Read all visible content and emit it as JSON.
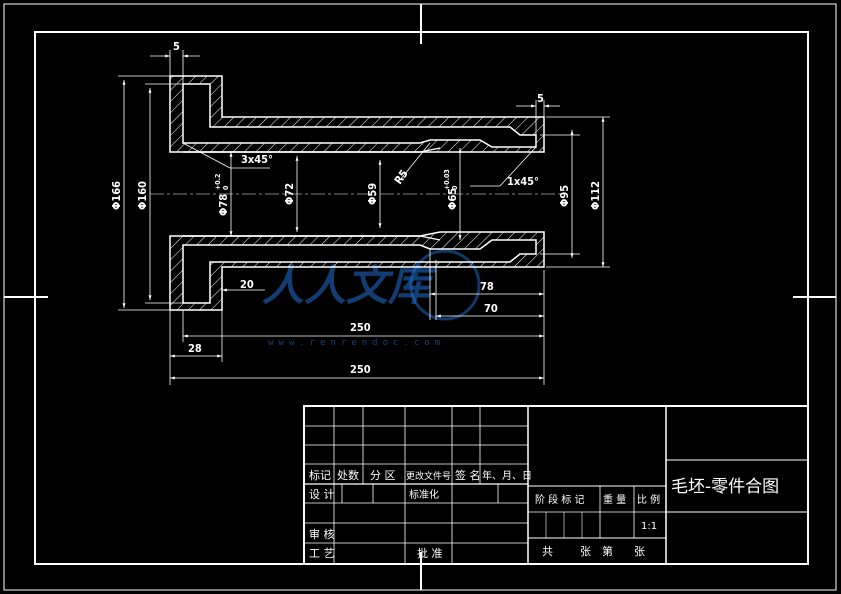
{
  "drawing": {
    "dimensions": {
      "d166": "Φ166",
      "d160": "Φ160",
      "d78": "Φ78",
      "d78_tol_upper": "+0.2",
      "d78_tol_lower": "0",
      "d72": "Φ72",
      "d59": "Φ59",
      "r5": "R5",
      "d65": "Φ65",
      "d65_tol_upper": "+0.03",
      "d65_tol_lower": "0",
      "d95": "Φ95",
      "d112": "Φ112",
      "top_left_5": "5",
      "top_right_5": "5",
      "chamfer_left": "3x45°",
      "chamfer_right": "1x45°",
      "len_20": "20",
      "len_78": "78",
      "len_70": "70",
      "len_28": "28",
      "len_250_inner": "250",
      "len_250_outer": "250"
    },
    "watermark": {
      "text": "人人文库",
      "url": "www.renrendoc.com"
    }
  },
  "title_block": {
    "drawing_title": "毛坯-零件合图",
    "headers": [
      "标记",
      "处数",
      "分 区",
      "更改文件号",
      "签 名",
      "年、月、日"
    ],
    "design": "设 计",
    "standardization": "标准化",
    "review": "审 核",
    "process": "工 艺",
    "approve": "批 准",
    "stage_mark": "阶 段 标 记",
    "weight": "重 量",
    "scale_label": "比 例",
    "scale_value": "1:1",
    "sheets": [
      "共",
      "张",
      "第",
      "张"
    ]
  }
}
